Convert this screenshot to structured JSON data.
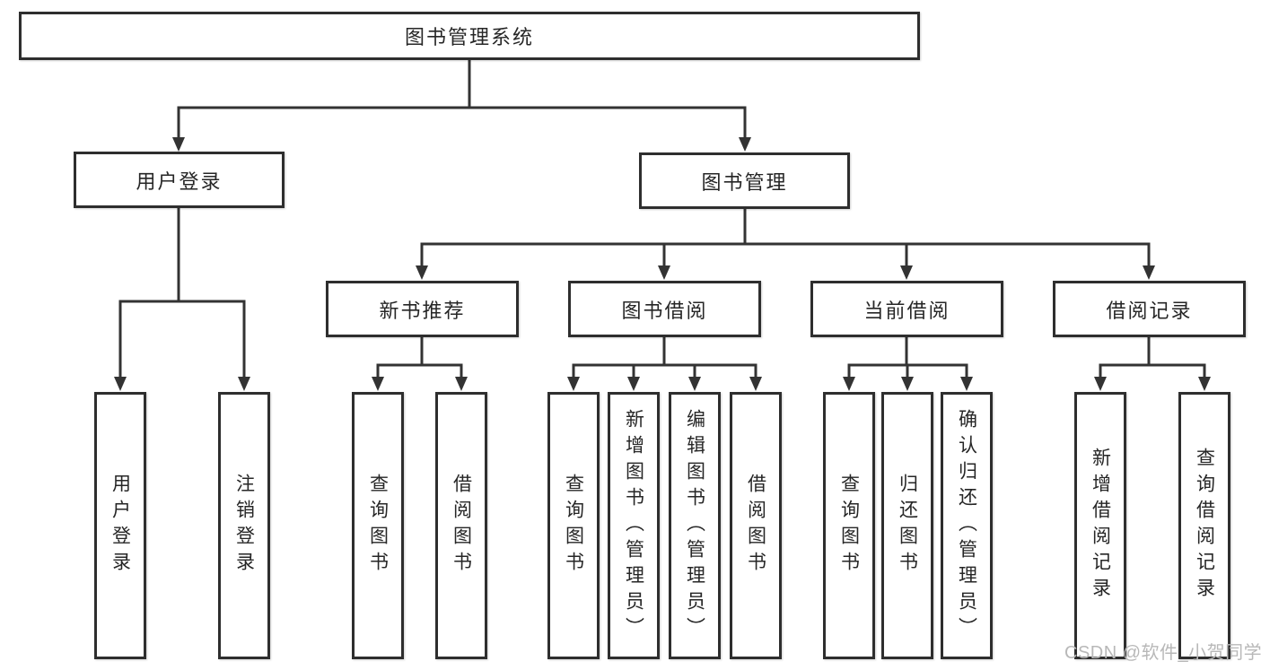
{
  "tree": {
    "root": {
      "label": "图书管理系统",
      "children": [
        {
          "label": "用户登录",
          "children": [
            {
              "label": "用户登录"
            },
            {
              "label": "注销登录"
            }
          ]
        },
        {
          "label": "图书管理",
          "children": [
            {
              "label": "新书推荐",
              "children": [
                {
                  "label": "查询图书"
                },
                {
                  "label": "借阅图书"
                }
              ]
            },
            {
              "label": "图书借阅",
              "children": [
                {
                  "label": "查询图书"
                },
                {
                  "label": "新增图书（管理员）"
                },
                {
                  "label": "编辑图书（管理员）"
                },
                {
                  "label": "借阅图书"
                }
              ]
            },
            {
              "label": "当前借阅",
              "children": [
                {
                  "label": "查询图书"
                },
                {
                  "label": "归还图书"
                },
                {
                  "label": "确认归还（管理员）"
                }
              ]
            },
            {
              "label": "借阅记录",
              "children": [
                {
                  "label": "新增借阅记录"
                },
                {
                  "label": "查询借阅记录"
                }
              ]
            }
          ]
        }
      ]
    }
  },
  "watermark": {
    "text": "CSDN @软件_小贺同学"
  },
  "colors": {
    "line": "#333333",
    "box_border": "#2e2e2e",
    "background": "#ffffff",
    "text": "#262626",
    "watermark": "#b8b8b8"
  }
}
